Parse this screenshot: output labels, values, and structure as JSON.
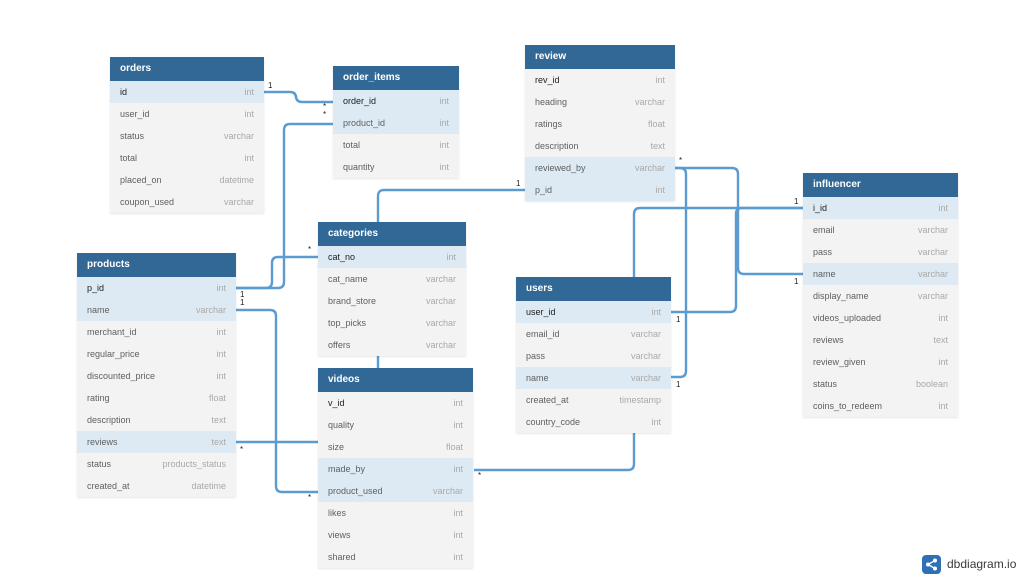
{
  "tables": [
    {
      "key": "orders",
      "name": "orders",
      "fields": [
        [
          "id",
          "int"
        ],
        [
          "user_id",
          "int"
        ],
        [
          "status",
          "varchar"
        ],
        [
          "total",
          "int"
        ],
        [
          "placed_on",
          "datetime"
        ],
        [
          "coupon_used",
          "varchar"
        ]
      ],
      "highlight": [
        0
      ]
    },
    {
      "key": "order_items",
      "name": "order_items",
      "fields": [
        [
          "order_id",
          "int"
        ],
        [
          "product_id",
          "int"
        ],
        [
          "total",
          "int"
        ],
        [
          "quantity",
          "int"
        ]
      ],
      "highlight": [
        0,
        1
      ]
    },
    {
      "key": "review",
      "name": "review",
      "fields": [
        [
          "rev_id",
          "int"
        ],
        [
          "heading",
          "varchar"
        ],
        [
          "ratings",
          "float"
        ],
        [
          "description",
          "text"
        ],
        [
          "reviewed_by",
          "varchar"
        ],
        [
          "p_id",
          "int"
        ]
      ],
      "highlight": [
        4,
        5
      ]
    },
    {
      "key": "influencer",
      "name": "influencer",
      "fields": [
        [
          "i_id",
          "int"
        ],
        [
          "email",
          "varchar"
        ],
        [
          "pass",
          "varchar"
        ],
        [
          "name",
          "varchar"
        ],
        [
          "display_name",
          "varchar"
        ],
        [
          "videos_uploaded",
          "int"
        ],
        [
          "reviews",
          "text"
        ],
        [
          "review_given",
          "int"
        ],
        [
          "status",
          "boolean"
        ],
        [
          "coins_to_redeem",
          "int"
        ]
      ],
      "highlight": [
        0,
        3
      ]
    },
    {
      "key": "categories",
      "name": "categories",
      "fields": [
        [
          "cat_no",
          "int"
        ],
        [
          "cat_name",
          "varchar"
        ],
        [
          "brand_store",
          "varchar"
        ],
        [
          "top_picks",
          "varchar"
        ],
        [
          "offers",
          "varchar"
        ]
      ],
      "highlight": [
        0
      ]
    },
    {
      "key": "products",
      "name": "products",
      "fields": [
        [
          "p_id",
          "int"
        ],
        [
          "name",
          "varchar"
        ],
        [
          "merchant_id",
          "int"
        ],
        [
          "regular_price",
          "int"
        ],
        [
          "discounted_price",
          "int"
        ],
        [
          "rating",
          "float"
        ],
        [
          "description",
          "text"
        ],
        [
          "reviews",
          "text"
        ],
        [
          "status",
          "products_status"
        ],
        [
          "created_at",
          "datetime"
        ]
      ],
      "highlight": [
        0,
        1,
        7
      ]
    },
    {
      "key": "users",
      "name": "users",
      "fields": [
        [
          "user_id",
          "int"
        ],
        [
          "email_id",
          "varchar"
        ],
        [
          "pass",
          "varchar"
        ],
        [
          "name",
          "varchar"
        ],
        [
          "created_at",
          "timestamp"
        ],
        [
          "country_code",
          "int"
        ]
      ],
      "highlight": [
        0,
        3
      ]
    },
    {
      "key": "videos",
      "name": "videos",
      "fields": [
        [
          "v_id",
          "int"
        ],
        [
          "quality",
          "int"
        ],
        [
          "size",
          "float"
        ],
        [
          "made_by",
          "int"
        ],
        [
          "product_used",
          "varchar"
        ],
        [
          "likes",
          "int"
        ],
        [
          "views",
          "int"
        ],
        [
          "shared",
          "int"
        ]
      ],
      "highlight": [
        3,
        4
      ]
    }
  ],
  "relations": [
    {
      "from": "orders.id",
      "to": "order_items.order_id",
      "from_card": "1",
      "to_card": "*"
    },
    {
      "from": "products.p_id",
      "to": "order_items.product_id",
      "from_card": "1",
      "to_card": "*"
    },
    {
      "from": "categories.cat_no",
      "to": "products.p_id",
      "from_card": "*",
      "to_card": "1"
    },
    {
      "from": "review.p_id",
      "to": "categories",
      "from_card": "1",
      "to_card": ""
    },
    {
      "from": "review.reviewed_by",
      "to": "influencer.name",
      "from_card": "*",
      "to_card": "1"
    },
    {
      "from": "review.reviewed_by",
      "to": "users.name",
      "from_card": "*",
      "to_card": "1"
    },
    {
      "from": "influencer.i_id",
      "to": "users.user_id",
      "from_card": "1",
      "to_card": "1"
    },
    {
      "from": "influencer.i_id",
      "to": "users",
      "from_card": "1",
      "to_card": ""
    },
    {
      "from": "products.name",
      "to": "videos.product_used",
      "from_card": "1",
      "to_card": "*"
    },
    {
      "from": "products.reviews",
      "to": "videos.size",
      "from_card": "*",
      "to_card": ""
    },
    {
      "from": "videos.made_by",
      "to": "users.country_code",
      "from_card": "*",
      "to_card": ""
    },
    {
      "from": "categories",
      "to": "videos",
      "from_card": "",
      "to_card": ""
    }
  ],
  "brand": {
    "text": "dbdiagram.io",
    "icon": "share-nodes-icon",
    "color": "#2f6fb6"
  },
  "colors": {
    "header": "#316896",
    "row": "#f3f3f3",
    "highlight_row": "#deeaf3",
    "link": "#5b9bd0"
  }
}
